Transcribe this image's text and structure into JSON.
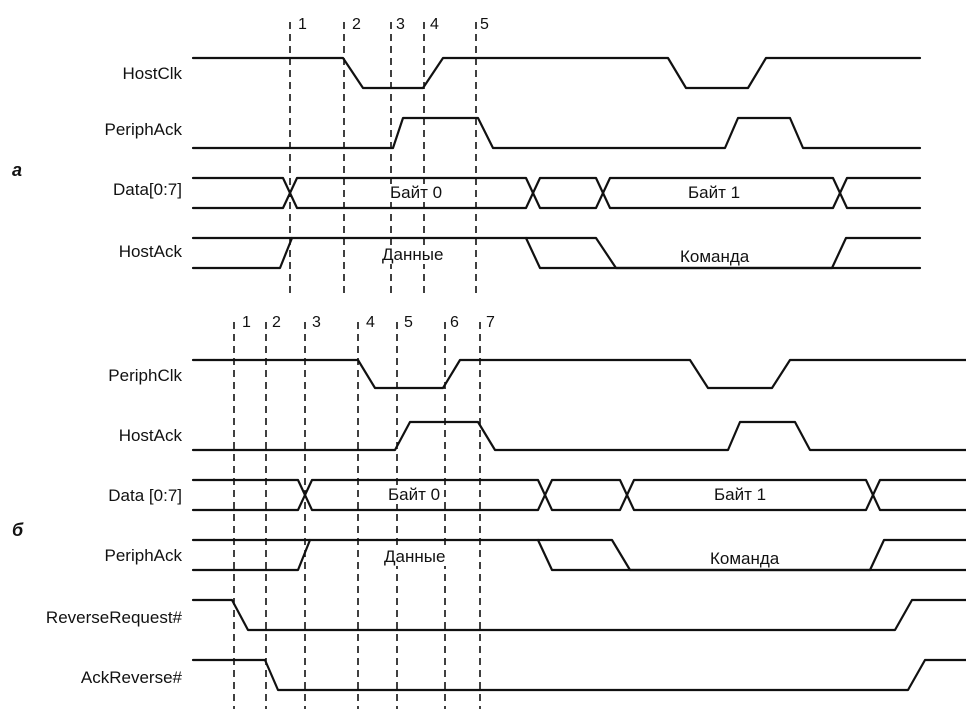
{
  "panels": [
    {
      "id": "a",
      "label": "а",
      "markers": [
        "1",
        "2",
        "3",
        "4",
        "5"
      ],
      "signals": [
        {
          "id": "hostclk",
          "label": "HostClk"
        },
        {
          "id": "periphack",
          "label": "PeriphAck"
        },
        {
          "id": "data",
          "label": "Data[0:7]",
          "fields": [
            "Байт 0",
            "Байт 1"
          ]
        },
        {
          "id": "hostack",
          "label": "HostAck",
          "fields": [
            "Данные",
            "Команда"
          ]
        }
      ]
    },
    {
      "id": "b",
      "label": "б",
      "markers": [
        "1",
        "2",
        "3",
        "4",
        "5",
        "6",
        "7"
      ],
      "signals": [
        {
          "id": "periphclk",
          "label": "PeriphClk"
        },
        {
          "id": "hostack",
          "label": "HostAck"
        },
        {
          "id": "data",
          "label": "Data [0:7]",
          "fields": [
            "Байт 0",
            "Байт 1"
          ]
        },
        {
          "id": "periphack",
          "label": "PeriphAck",
          "fields": [
            "Данные",
            "Команда"
          ]
        },
        {
          "id": "reverserequest",
          "label": "ReverseRequest#"
        },
        {
          "id": "ackreverse",
          "label": "AckReverse#"
        }
      ]
    }
  ]
}
